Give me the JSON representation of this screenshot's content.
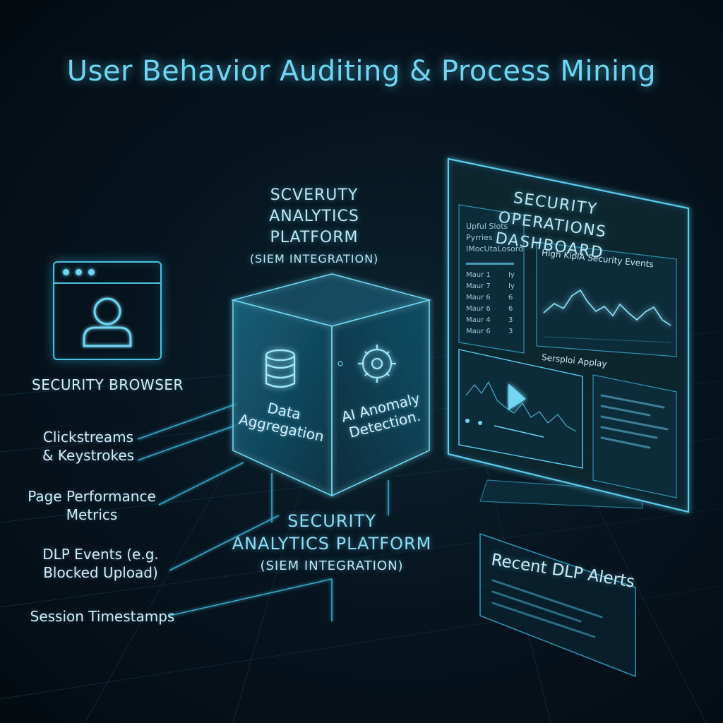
{
  "title": "User Behavior Auditing & Process Mining",
  "browser": {
    "label": "SECURITY BROWSER"
  },
  "data_sources": [
    {
      "line1": "Clickstreams",
      "line2": "& Keystrokes"
    },
    {
      "line1": "Page Performance",
      "line2": "Metrics"
    },
    {
      "line1": "DLP Events (e.g.",
      "line2": "Blocked Upload)"
    },
    {
      "line1": "Session Timestamps",
      "line2": ""
    }
  ],
  "platform_upper": {
    "line1": "SCVERUTY",
    "line2": "ANALYTICS",
    "line3": "PLATFORM",
    "sub": "(SIEM INTEGRATION)"
  },
  "cube": {
    "left_line1": "Data",
    "left_line2": "Aggregation",
    "right_line1": "AI Anomaly",
    "right_line2": "Detection."
  },
  "platform_lower": {
    "line1": "SECURITY",
    "line2": "ANALYTICS PLATFORM",
    "sub": "(SIEM INTEGRATION)"
  },
  "dashboard": {
    "title_line1": "SECURITY OPERATIONS",
    "title_line2": "DASHBOARD",
    "list_header": [
      "Upful Slots",
      "Pyrries",
      "IMocUtaLosord"
    ],
    "list_rows": [
      {
        "label": "Maur 1",
        "value": "Iy"
      },
      {
        "label": "Maur 7",
        "value": "Iy"
      },
      {
        "label": "Maur 6",
        "value": "6"
      },
      {
        "label": "Maur 6",
        "value": "6"
      },
      {
        "label": "Maur 4",
        "value": "3"
      },
      {
        "label": "Maur 6",
        "value": "3"
      }
    ],
    "chart_title": "High KiplA Security Events",
    "replay_label": "Sersploi Applay"
  },
  "dlp_panel": {
    "title": "Recent DLP Alerts"
  },
  "colors": {
    "accent": "#6fd6f2",
    "line": "#4cc1e2",
    "background": "#071520"
  }
}
